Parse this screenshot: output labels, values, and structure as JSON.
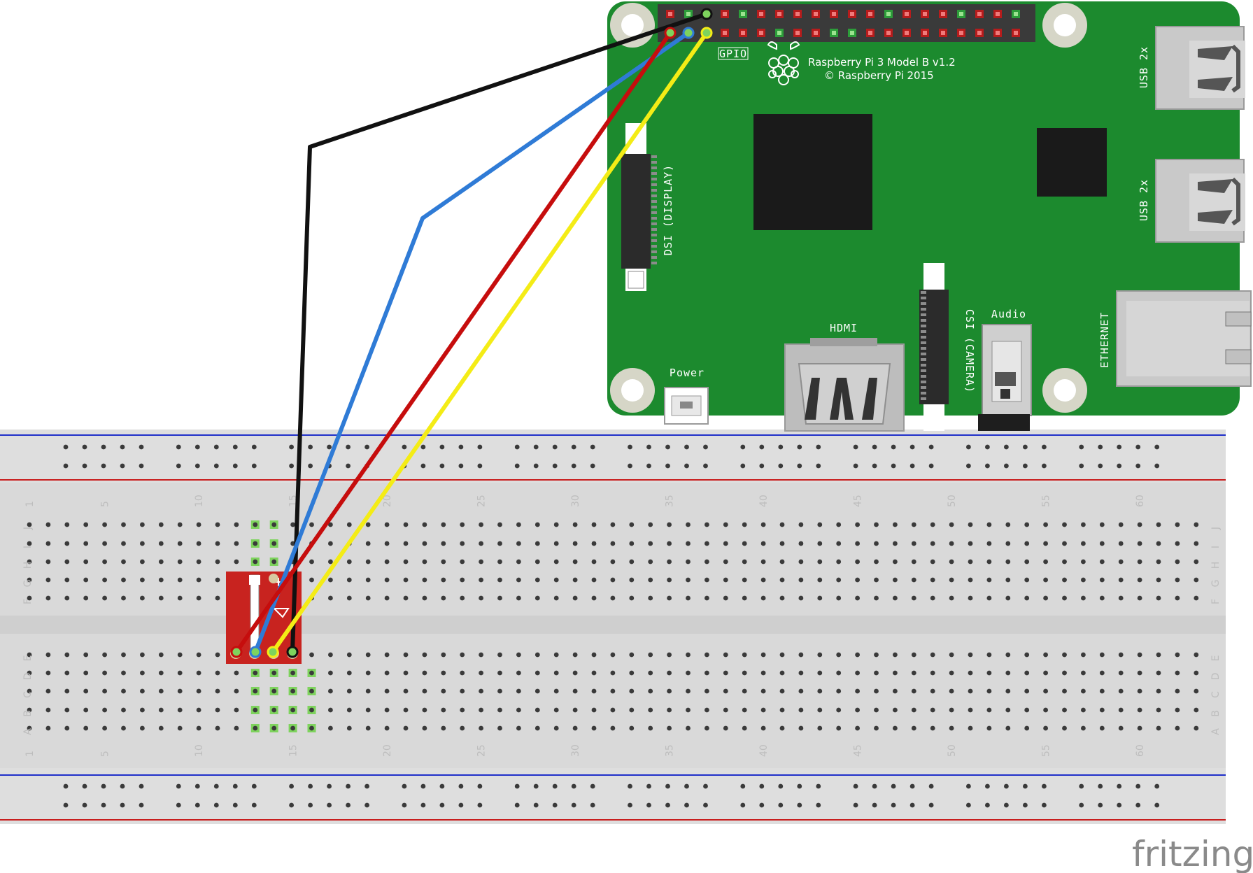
{
  "raspberry_pi": {
    "model_text": "Raspberry Pi 3 Model B v1.2",
    "copyright_text": "© Raspberry Pi 2015",
    "gpio_label": "GPIO",
    "dsi_label": "DSI (DISPLAY)",
    "csi_label": "CSI (CAMERA)",
    "hdmi_label": "HDMI",
    "audio_label": "Audio",
    "power_label": "Power",
    "usb_top_label": "USB 2x",
    "usb_bottom_label": "USB 2x",
    "ethernet_label": "ETHERNET",
    "board_color": "#1c8a2e"
  },
  "breadboard": {
    "columns": 63,
    "column_numbers": [
      "1",
      "5",
      "10",
      "15",
      "20",
      "25",
      "30",
      "35",
      "40",
      "45",
      "50",
      "55",
      "60"
    ],
    "top_rows": [
      "J",
      "I",
      "H",
      "G",
      "F"
    ],
    "bottom_rows": [
      "E",
      "D",
      "C",
      "B",
      "A"
    ],
    "rail_blue": "#1f2fc9",
    "rail_red": "#c81e1e"
  },
  "sensor_board": {
    "color": "#c8231f"
  },
  "wires": [
    {
      "color": "#111111",
      "name": "black"
    },
    {
      "color": "#2f7bd6",
      "name": "blue"
    },
    {
      "color": "#c60d0d",
      "name": "red"
    },
    {
      "color": "#f4ec16",
      "name": "yellow"
    }
  ],
  "watermark": "fritzing"
}
